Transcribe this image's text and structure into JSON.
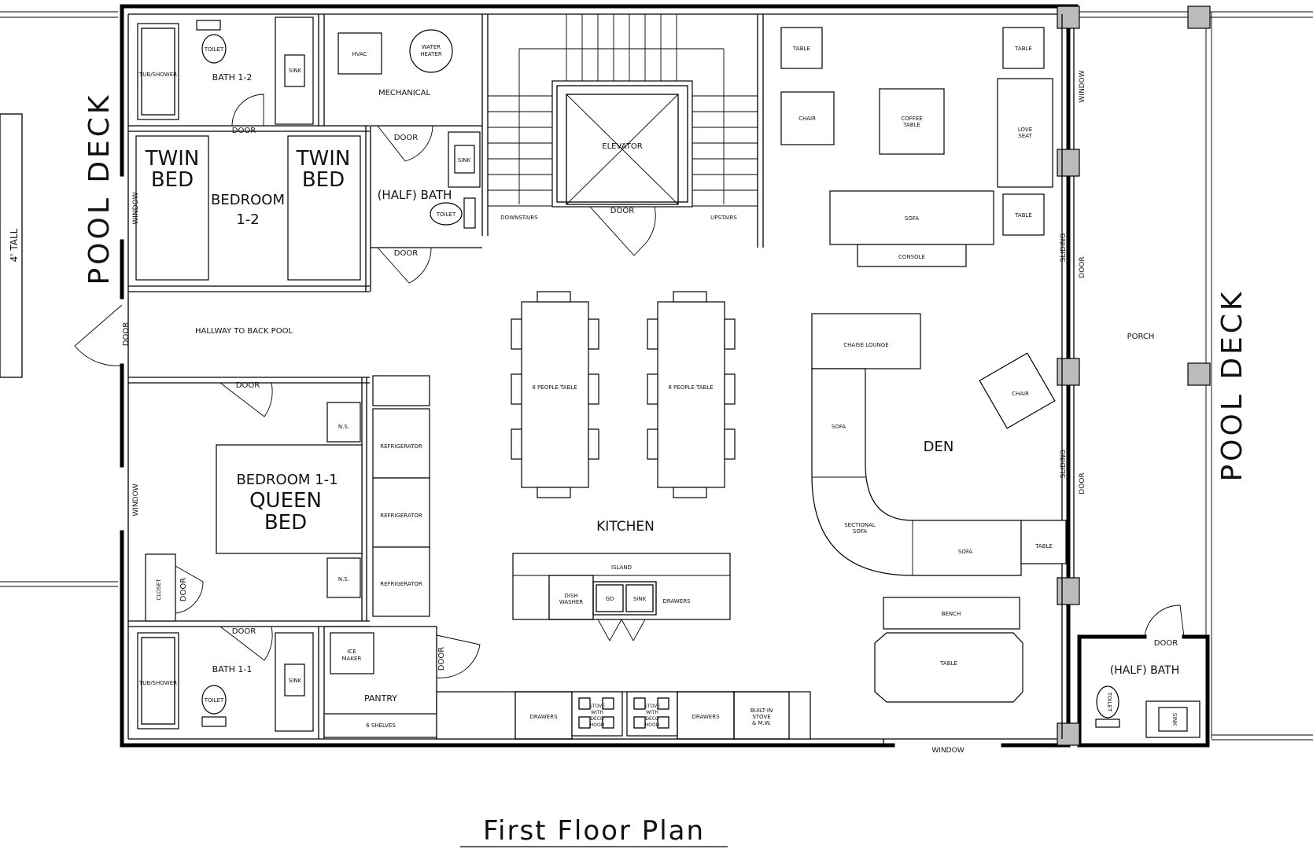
{
  "title": "First Floor Plan",
  "labels": {
    "pool_deck_left": "POOL DECK",
    "pool_deck_right": "POOL DECK",
    "four_tall": "4' TALL",
    "hallway": "HALLWAY TO BACK POOL",
    "window": "WINDOW",
    "door": "DOOR",
    "sliding": "SLIDING",
    "porch": "PORCH",
    "bath_1_2": "BATH 1-2",
    "bath_1_1": "BATH 1-1",
    "tub_shower": "TUB/SHOWER",
    "toilet": "TOILET",
    "sink": "SINK",
    "twin_bed": [
      "TWIN",
      "BED"
    ],
    "bedroom_1_2": [
      "BEDROOM",
      "1-2"
    ],
    "bedroom_1_1": "BEDROOM 1-1",
    "queen_bed": [
      "QUEEN",
      "BED"
    ],
    "ns": "N.S.",
    "closet": "CLOSET",
    "hvac": "HVAC",
    "water_heater": [
      "WATER",
      "HEATER"
    ],
    "mechanical": "MECHANICAL",
    "half_bath": "(HALF) BATH",
    "elevator": "ELEVATOR",
    "downstairs": "DOWNSTAIRS",
    "upstairs": "UPSTAIRS",
    "refrigerator": "REFRIGERATOR",
    "ice_maker": [
      "ICE",
      "MAKER"
    ],
    "pantry": "PANTRY",
    "shelves": "6 SHELVES",
    "table_8": "8 PEOPLE TABLE",
    "kitchen": "KITCHEN",
    "island": "ISLAND",
    "dish_washer": [
      "DISH",
      "WASHER"
    ],
    "gd": "GD",
    "drawers": "DRAWERS",
    "stove_hood": [
      "STOVE",
      "WITH",
      "DECO",
      "HOOD"
    ],
    "builtin": [
      "BUILT-IN",
      "STOVE",
      "& M.W."
    ],
    "table": "TABLE",
    "chair": "CHAIR",
    "coffee_table": [
      "COFFEE",
      "TABLE"
    ],
    "love_seat": [
      "LOVE",
      "SEAT"
    ],
    "sofa": "SOFA",
    "console": "CONSOLE",
    "chaise_lounge": "CHAISE LOUNGE",
    "den": "DEN",
    "sectional_sofa": [
      "SECTIONAL",
      "SOFA"
    ],
    "bench": "BENCH"
  }
}
